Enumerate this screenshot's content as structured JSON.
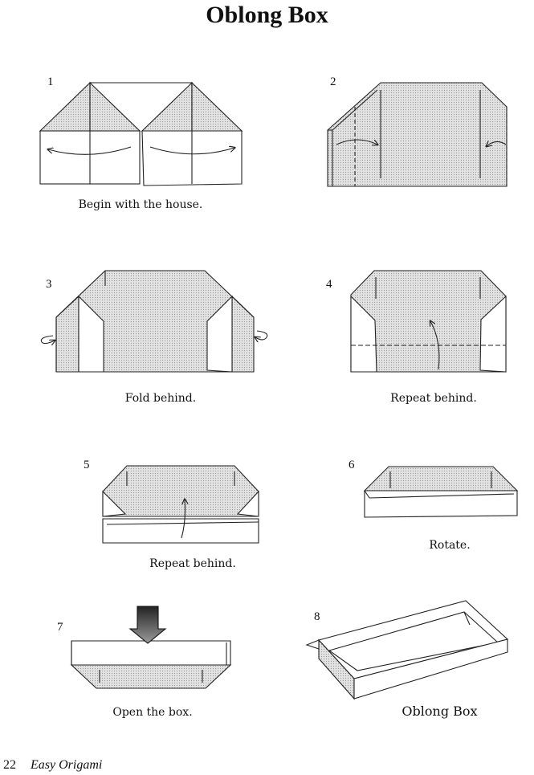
{
  "page": {
    "title": "Oblong Box",
    "page_number": "22",
    "book_title": "Easy Origami"
  },
  "steps": [
    {
      "number": "1",
      "caption": "Begin with the house."
    },
    {
      "number": "2",
      "caption": ""
    },
    {
      "number": "3",
      "caption": "Fold behind."
    },
    {
      "number": "4",
      "caption": "Repeat behind."
    },
    {
      "number": "5",
      "caption": "Repeat behind."
    },
    {
      "number": "6",
      "caption": "Rotate."
    },
    {
      "number": "7",
      "caption": "Open the box."
    },
    {
      "number": "8",
      "caption": "Oblong Box"
    }
  ],
  "colors": {
    "paper_colored": "#d8d8d8",
    "paper_white": "#ffffff",
    "line": "#222222",
    "arrow_fill": "#555555"
  }
}
